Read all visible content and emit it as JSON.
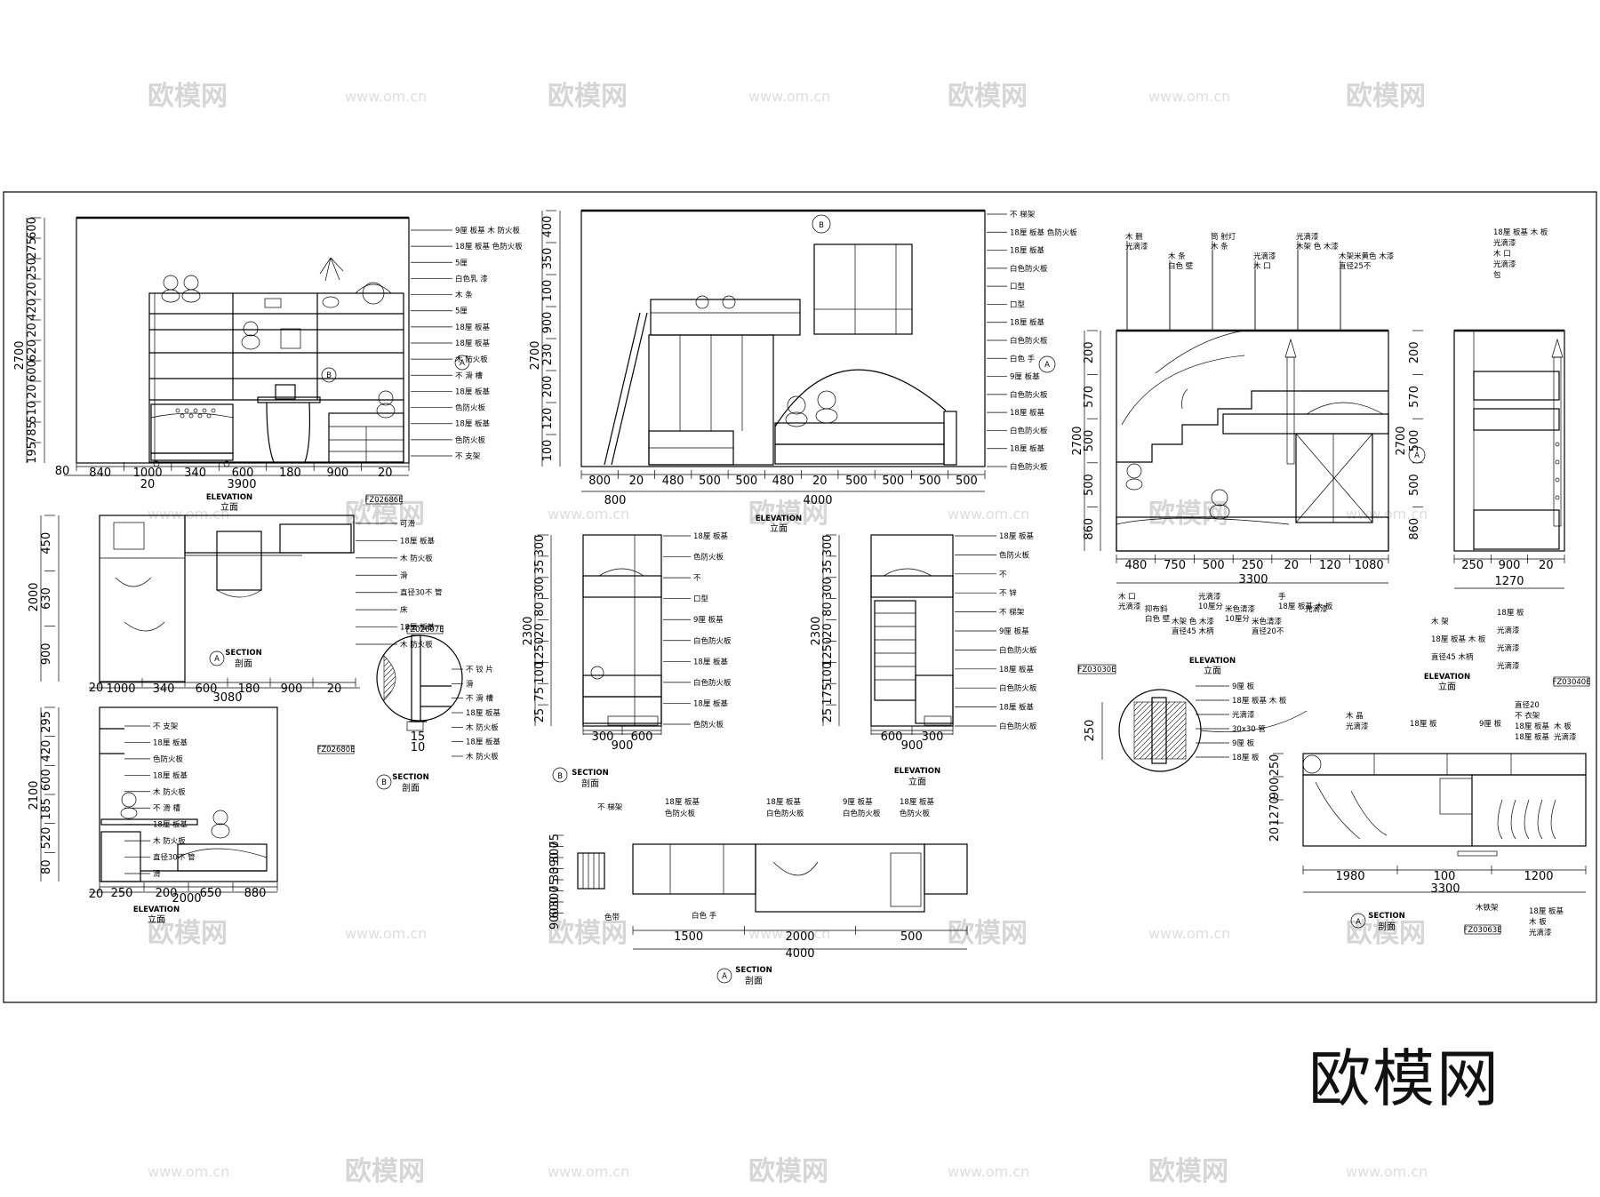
{
  "watermark": {
    "brand": "欧模网",
    "url": "www.om.cn",
    "url_fragment": "om.cn"
  },
  "brand_logo": "欧模网",
  "titles": {
    "elevation": "ELEVATION",
    "elevation_cn": "立面",
    "section": "SECTION",
    "section_cn": "剖面",
    "marker_a": "A",
    "marker_b": "B"
  },
  "tags": {
    "t1": "FZ02686E",
    "t2": "FZ02607E",
    "t3": "FZ02680E",
    "t4": "FZ03030E",
    "t5": "FZ03040E",
    "t6": "FZ03063E"
  },
  "panel1": {
    "elev": {
      "h_dims": [
        "840",
        "1000",
        "340",
        "600",
        "180",
        "900",
        "20"
      ],
      "total": "3900",
      "lead": "20",
      "base": "80",
      "v_dims": [
        "600",
        "275",
        "250",
        "20",
        "420",
        "20",
        "620",
        "600",
        "20",
        "510",
        "785",
        "195"
      ],
      "total_v": "2700",
      "labels": [
        "9厘 板基  木 防火板",
        "18厘 板基  色防火板",
        "5厘",
        "白色乳 漆",
        "木 条",
        "5厘",
        "18厘 板基",
        "18厘 板基",
        "木 防火板",
        "不 滑 槽",
        "18厘 板基",
        "色防火板",
        "18厘 板基",
        "色防火板",
        "不 支架"
      ]
    },
    "plan": {
      "h_dims": [
        "1000",
        "340",
        "600",
        "180",
        "900",
        "20"
      ],
      "total": "3080",
      "lead": "20",
      "v_dims": [
        "450",
        "630",
        "900"
      ],
      "total_v": "2000",
      "labels": [
        "可滑",
        "18厘 板基",
        "木 防火板",
        "滑",
        "直径30不 管",
        "床",
        "18厘 板基",
        "木 防火板"
      ]
    },
    "side": {
      "h_dims": [
        "250",
        "200",
        "650",
        "880"
      ],
      "total": "2000",
      "lead": "20",
      "v_dims": [
        "295",
        "420",
        "600",
        "185",
        "520",
        "80"
      ],
      "total_v": "2100",
      "labels": [
        "不 支架",
        "18厘 板基",
        "色防火板",
        "18厘 板基",
        "木 防火板",
        "不 滑 槽",
        "18厘 板基",
        "木 防火板",
        "直径30不 管",
        "滑"
      ]
    },
    "detail": {
      "dims": [
        "15",
        "10"
      ],
      "labels": [
        "不 铰 片",
        "滑",
        "不 滑 槽",
        "18厘 板基",
        "木 防火板",
        "18厘 板基",
        "木 防火板"
      ]
    }
  },
  "panel2": {
    "elev": {
      "h_dims": [
        "800",
        "20",
        "480",
        "500",
        "500",
        "480",
        "20",
        "500",
        "500",
        "500",
        "500"
      ],
      "h_total_left": "800",
      "total": "4000",
      "v_dims": [
        "400",
        "350",
        "100",
        "900",
        "230",
        "200",
        "120",
        "100"
      ],
      "total_v": "2700",
      "labels": [
        "不 梯架",
        "18厘 板基  色防火板",
        "18厘 板基",
        "白色防火板",
        "口型",
        "口型",
        "18厘 板基",
        "白色防火板",
        "白色 手",
        "9厘 板基",
        "白色防火板",
        "18厘 板基",
        "白色防火板",
        "18厘 板基",
        "白色防火板"
      ]
    },
    "secB": {
      "h_dims": [
        "300",
        "600"
      ],
      "total": "900",
      "v_dims": [
        "300",
        "35",
        "300",
        "80",
        "20",
        "1250",
        "100",
        "75",
        "25"
      ],
      "total_v": "2300",
      "labels": [
        "18厘 板基",
        "色防火板",
        "不",
        "口型",
        "9厘 板基",
        "白色防火板",
        "18厘 板基",
        "白色防火板",
        "18厘 板基",
        "色防火板"
      ]
    },
    "elev2": {
      "h_dims": [
        "600",
        "300"
      ],
      "total": "900",
      "v_dims": [
        "300",
        "35",
        "300",
        "80",
        "20",
        "1250",
        "100",
        "175",
        "25"
      ],
      "total_v": "2300",
      "labels": [
        "18厘 板基",
        "色防火板",
        "不",
        "不 锌",
        "不 梯架",
        "9厘 板基",
        "白色防火板",
        "18厘 板基",
        "白色防火板",
        "18厘 板基",
        "白色防火板"
      ]
    },
    "secA": {
      "h_dims": [
        "1500",
        "2000",
        "500"
      ],
      "total": "4000",
      "v_dims": [
        "75",
        "300",
        "390",
        "30",
        "75",
        "300",
        "600",
        "900"
      ],
      "labels": [
        "不 梯架",
        "18厘 板基",
        "色防火板",
        "18厘 板基",
        "白色防火板",
        "9厘 板基",
        "白色防火板",
        "18厘 板基",
        "色防火板",
        "色带",
        "白色 手"
      ]
    }
  },
  "panel3": {
    "elev": {
      "h_dims": [
        "480",
        "750",
        "500",
        "250",
        "20",
        "120",
        "1080"
      ],
      "total": "3300",
      "v_dims": [
        "200",
        "570",
        "500",
        "500",
        "860"
      ],
      "total_v": "2700",
      "labels": [
        "木 删",
        "光滴漆",
        "木 条",
        "白色 壁",
        "筒 射灯",
        "木 条",
        "光滴漆",
        "木 口",
        "光滴漆",
        "木架 色 木漆",
        "木架米黄色 木漆",
        "直径25不",
        "木 口",
        "光滴漆",
        "抑布斜",
        "白色 壁",
        "木架 色 木漆",
        "直径45 木柄",
        "光滴漆",
        "10厘分",
        "米色清漆",
        "10厘分",
        "米色清漆",
        "直径20不",
        "手",
        "18厘 板基 木 板",
        "光滴漆"
      ]
    },
    "elev2": {
      "h_dims": [
        "250",
        "900",
        "20"
      ],
      "total": "1270",
      "v_dims": [
        "200",
        "570",
        "500",
        "500",
        "860"
      ],
      "total_v": "2700",
      "labels": [
        "18厘 板基 木 板",
        "光滴漆",
        "木 口",
        "光滴漆",
        "包",
        "18厘 板",
        "木 架",
        "光滴漆",
        "18厘 板基 木 板",
        "光滴漆",
        "直径45 木柄",
        "光滴漆"
      ]
    },
    "detail": {
      "dim": "250",
      "labels": [
        "9厘 板",
        "18厘 板基 木 板",
        "光滴漆",
        "30x30 管",
        "9厘 板",
        "18厘 板"
      ]
    },
    "secA": {
      "h_dims": [
        "1980",
        "100",
        "1200"
      ],
      "total": "3300",
      "v_dims": [
        "250",
        "900",
        "1270",
        "20"
      ],
      "labels": [
        "木 晶",
        "光滴漆",
        "18厘 板",
        "9厘 板",
        "直径20",
        "不 衣架",
        "18厘 板基",
        "木 板",
        "18厘 板基",
        "光滴漆",
        "木铁架",
        "18厘 板基",
        "木 板",
        "光滴漆"
      ]
    }
  }
}
